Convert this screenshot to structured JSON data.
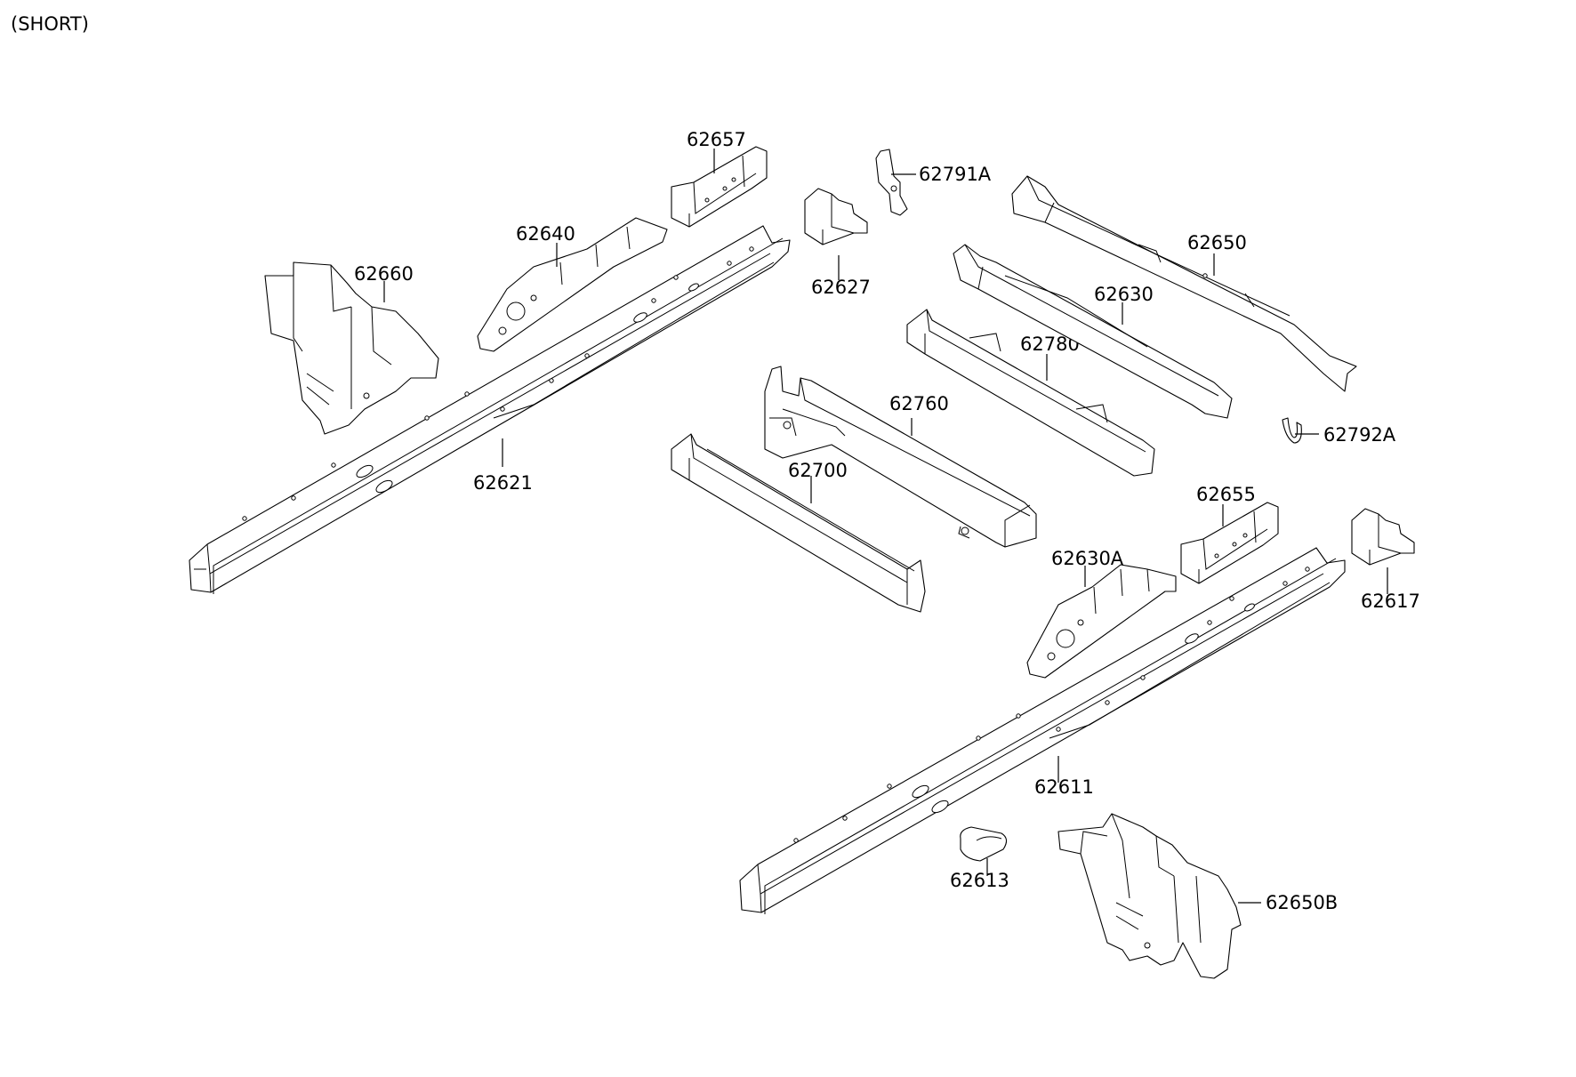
{
  "header": {
    "variant": "(SHORT)"
  },
  "parts": [
    {
      "id": "p62657",
      "number": "62657"
    },
    {
      "id": "p62791a",
      "number": "62791A"
    },
    {
      "id": "p62640",
      "number": "62640"
    },
    {
      "id": "p62660",
      "number": "62660"
    },
    {
      "id": "p62627",
      "number": "62627"
    },
    {
      "id": "p62650",
      "number": "62650"
    },
    {
      "id": "p62630",
      "number": "62630"
    },
    {
      "id": "p62780",
      "number": "62780"
    },
    {
      "id": "p62760",
      "number": "62760"
    },
    {
      "id": "p62700",
      "number": "62700"
    },
    {
      "id": "p62621",
      "number": "62621"
    },
    {
      "id": "p62792a",
      "number": "62792A"
    },
    {
      "id": "p62655",
      "number": "62655"
    },
    {
      "id": "p62630a",
      "number": "62630A"
    },
    {
      "id": "p62617",
      "number": "62617"
    },
    {
      "id": "p62611",
      "number": "62611"
    },
    {
      "id": "p62613",
      "number": "62613"
    },
    {
      "id": "p62650b",
      "number": "62650B"
    }
  ]
}
